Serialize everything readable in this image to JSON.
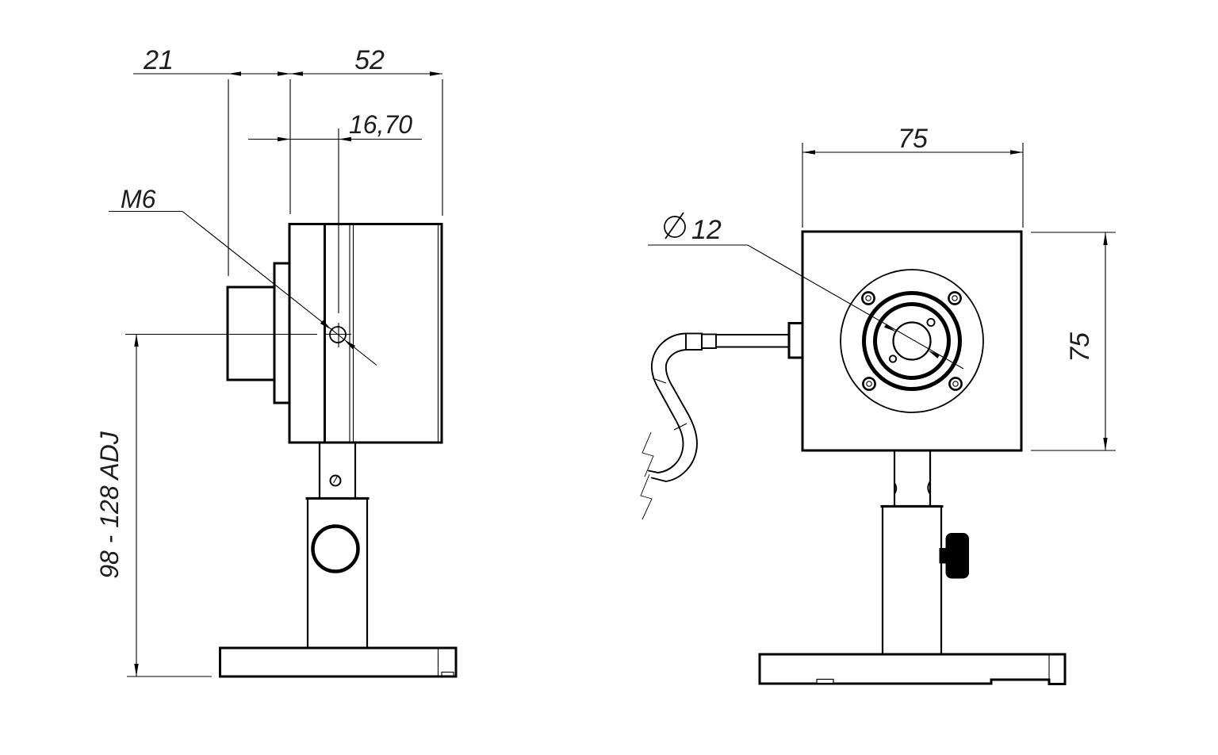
{
  "page": {
    "background": "#ffffff",
    "line_color": "#000000",
    "text_color": "#1d1d1d"
  },
  "side_view": {
    "dims": {
      "barrel_offset": "21",
      "body_depth": "52",
      "hole_offset": "16,70",
      "thread_label": "M6",
      "height_adjust": "98 - 128 ADJ"
    }
  },
  "front_view": {
    "dims": {
      "body_width": "75",
      "body_height": "75",
      "aperture_symbol": "⌀",
      "aperture_diameter": "12"
    }
  }
}
